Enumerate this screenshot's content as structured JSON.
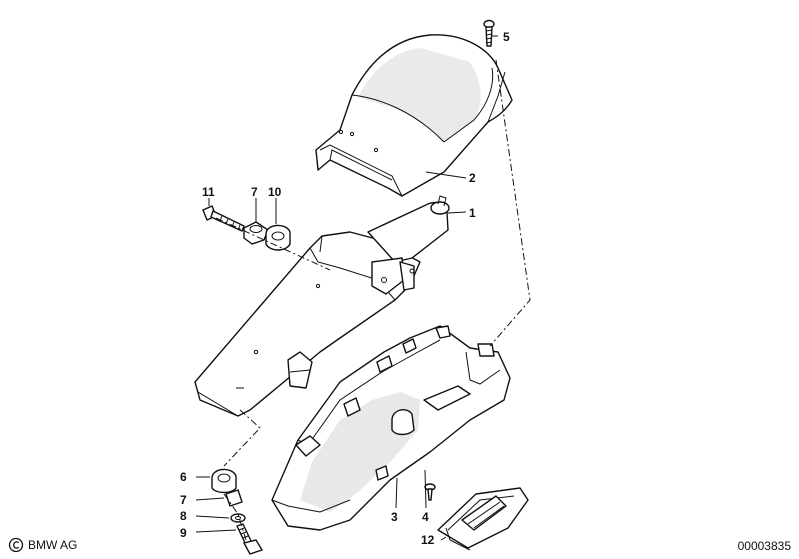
{
  "callouts": [
    {
      "id": "part-1",
      "label": "1"
    },
    {
      "id": "part-2",
      "label": "2"
    },
    {
      "id": "part-3",
      "label": "3"
    },
    {
      "id": "part-4",
      "label": "4"
    },
    {
      "id": "part-5",
      "label": "5"
    },
    {
      "id": "part-6",
      "label": "6"
    },
    {
      "id": "part-7a",
      "label": "7"
    },
    {
      "id": "part-7b",
      "label": "7"
    },
    {
      "id": "part-8",
      "label": "8"
    },
    {
      "id": "part-9",
      "label": "9"
    },
    {
      "id": "part-10",
      "label": "10"
    },
    {
      "id": "part-11",
      "label": "11"
    },
    {
      "id": "part-12",
      "label": "12"
    }
  ],
  "footer": {
    "brand_logo_icon": "copyright-icon",
    "brand": "BMW AG",
    "doc_id": "00003835"
  }
}
